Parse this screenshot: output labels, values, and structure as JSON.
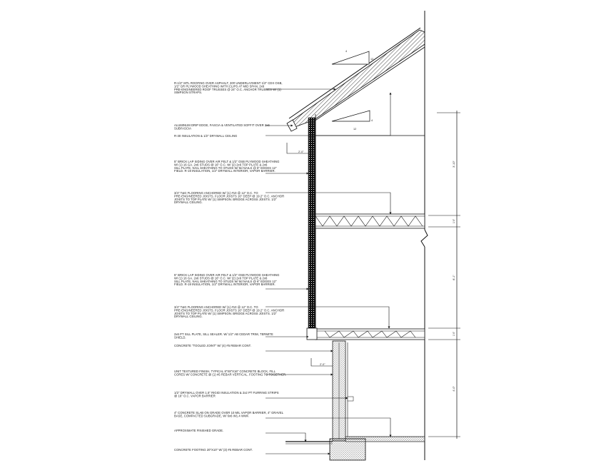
{
  "notes": [
    "R-1/2\" MTL ROOFING OVER ASPHALT, 30# UNDERLAYMENT 1/2\" CDX OSB, 1/2\" GR PLYWOOD SHEATHING WITH CLIPS AT MID SPAN, 2x6 PRE-ENGINEERED ROOF TRUSSES @ 24\" O.C. ANCHOR TRUSSES W/ (1) SIMPSON STRAPS.",
    "ALUMINUM DRIP EDGE, FASCIA & VENTILATED SOFFIT OVER 2x6 SUBFASCIA",
    "R-30 INSULATION & 1/2\" DRYWALL CEILING",
    "5\" BRICK LAP SIDING OVER AIR FELT & 1/2\" OSB PLYWOOD SHEATHING W/ (1) 16 GA. 2x6 STUDS @ 16\" O.C. W/ (2) 2x6 TOP PLATE & 2x6 SILL PLATE, NAIL SHEATHING TO STUDS W/ 8d NAILS @ 6\" EDGES 12\" FIELD. R-19 INSULATION, 1/2\" DRYWALL INTERIOR, VAPOR BARRIER.",
    "3/4\" T&G FLOORING ANCHORED W/ (1) #10 @ 12\" O.C. TO PRE-ENGINEERED JOISTS. FLOOR JOISTS 16\" DEEP @ 19.2\" O.C. ANCHOR JOISTS TO TOP PLATE W/ (1) SIMPSON. BRIDGE ACROSS JOISTS. 1/2\" DRYWALL CEILING.",
    "5\" BRICK LAP SIDING OVER AIR FELT & 1/2\" OSB PLYWOOD SHEATHING W/ (1) 16 GA. 2x6 STUDS @ 16\" O.C. W/ (2) 2x6 TOP PLATE & 2x6 SILL PLATE, NAIL SHEATHING TO STUDS W/ 8d NAILS @ 6\" EDGES 12\" FIELD. R-19 INSULATION, 1/2\" DRYWALL INTERIOR, VAPOR BARRIER.",
    "3/4\" T&G FLOORING ANCHORED W/ (1) #10 @ 12\" O.C. TO PRE-ENGINEERED JOISTS. FLOOR JOISTS 16\" DEEP @ 19.2\" O.C. ANCHOR JOISTS TO TOP PLATE W/ (1) SIMPSON. BRIDGE ACROSS JOISTS. 1/2\" DRYWALL CEILING.",
    "2x6 PT SILL PLATE, SILL SEALER. W/ 1/2\" AB CEDAR TRIM, TERMITE SHIELD.",
    "CONCRETE \"TOOLED JOINT\" W/ (4) #5 REBAR CONT.",
    "UNIT TEXTURED FINISH, TYPICAL 8\"X8\"X16\" CONCRETE BLOCK, FILL CORES W/ CONCRETE @ (1) #5 REBAR VERTICAL. FOOTING TO TOGETHER.",
    "1/2\" DRYWALL OVER 1.5\" RIGID INSULATION & 2x2 PT FURRING STRIPS @ 16\" O.C. VAPOR BARRIER",
    "4\" CONCRETE SLAB ON GRADE OVER 10 MIL VAPOR BARRIER, 4\" GRAVEL BASE, COMPACTED SUBGRADE, W/ 6x6 W1.4 WWF.",
    "APPROXIMATE FINISHED GRADE.",
    "CONCRETE FOOTING 20\"X10\" W/ (3) #5 REBAR CONT."
  ],
  "dimensions": [
    "3'-10\"",
    "1'4\"",
    "8'-1\"",
    "1'4\"",
    "4'-0\""
  ],
  "callouts": [
    "2'-0\"",
    "2'-0\""
  ],
  "slope_labels": [
    "4",
    "12",
    "4",
    "12"
  ],
  "colors": {
    "line": "#111111",
    "background": "#ffffff"
  }
}
